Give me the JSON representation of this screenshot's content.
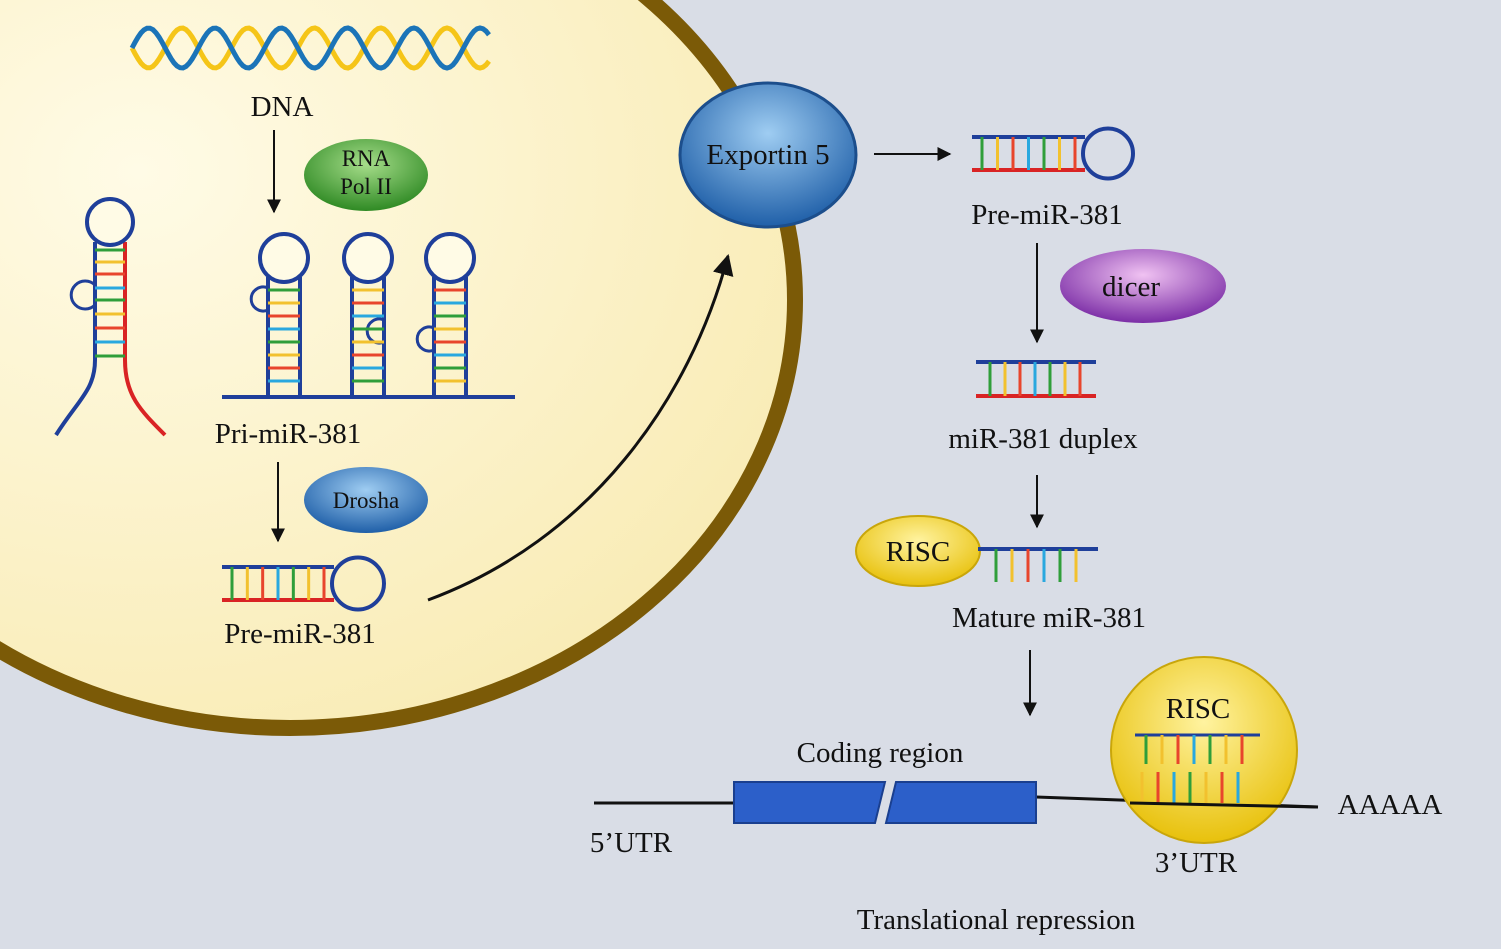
{
  "labels": {
    "dna": "DNA",
    "rna_pol": [
      "RNA",
      "Pol II"
    ],
    "pri_mir": "Pri-miR-381",
    "drosha": "Drosha",
    "pre_mir_nucleus": "Pre-miR-381",
    "exportin": "Exportin 5",
    "pre_mir_cytoplasm": "Pre-miR-381",
    "dicer": "dicer",
    "duplex": "miR-381 duplex",
    "risc_small": "RISC",
    "mature": "Mature miR-381",
    "coding_region": "Coding region",
    "risc_large": "RISC",
    "utr5": "5’UTR",
    "utr3": "3’UTR",
    "polya": "AAAAA",
    "repression": "Translational repression"
  },
  "colors": {
    "background": "#d9dde6",
    "nucleus_fill": "#fdf7d6",
    "nucleus_border": "#7b5a07",
    "rna_backbone": "#1f3f9a",
    "rna_red": "#d92324",
    "base_pairs": [
      "#2f9e3a",
      "#f2c12e",
      "#e8452c",
      "#29a8df"
    ],
    "dna_strands": [
      "#f5c518",
      "#1b74b8"
    ],
    "rna_pol": "#3c9a2c",
    "drosha": "#2a6fb5",
    "exportin": "#2d6cb4",
    "dicer": "#8e37b5",
    "risc": "#f2d21b",
    "coding_block": "#2c5fc9"
  }
}
